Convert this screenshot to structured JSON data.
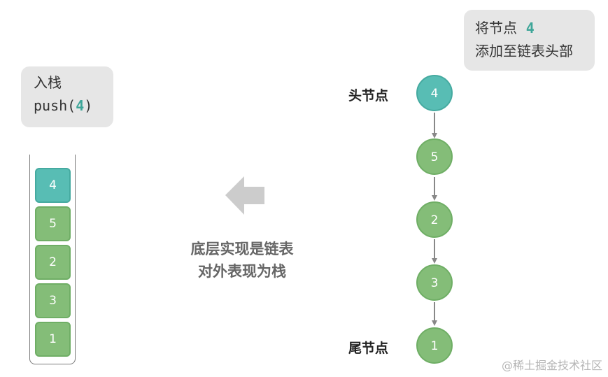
{
  "push_bubble": {
    "line1": "入栈",
    "call": "push(",
    "value": "4",
    "close": ")"
  },
  "add_bubble": {
    "line1": "将节点",
    "value": "4",
    "line2": "添加至链表头部"
  },
  "stack": {
    "items": [
      "4",
      "5",
      "2",
      "3",
      "1"
    ]
  },
  "center_text": {
    "line1": "底层实现是链表",
    "line2": "对外表现为栈"
  },
  "linked_list": {
    "head_label": "头节点",
    "tail_label": "尾节点",
    "nodes": [
      "4",
      "5",
      "2",
      "3",
      "1"
    ]
  },
  "colors": {
    "new_node": "#58bdb4",
    "node": "#84bd78",
    "arrow": "#cccccc",
    "highlight": "#3fa699"
  },
  "watermark": "@稀土掘金技术社区"
}
